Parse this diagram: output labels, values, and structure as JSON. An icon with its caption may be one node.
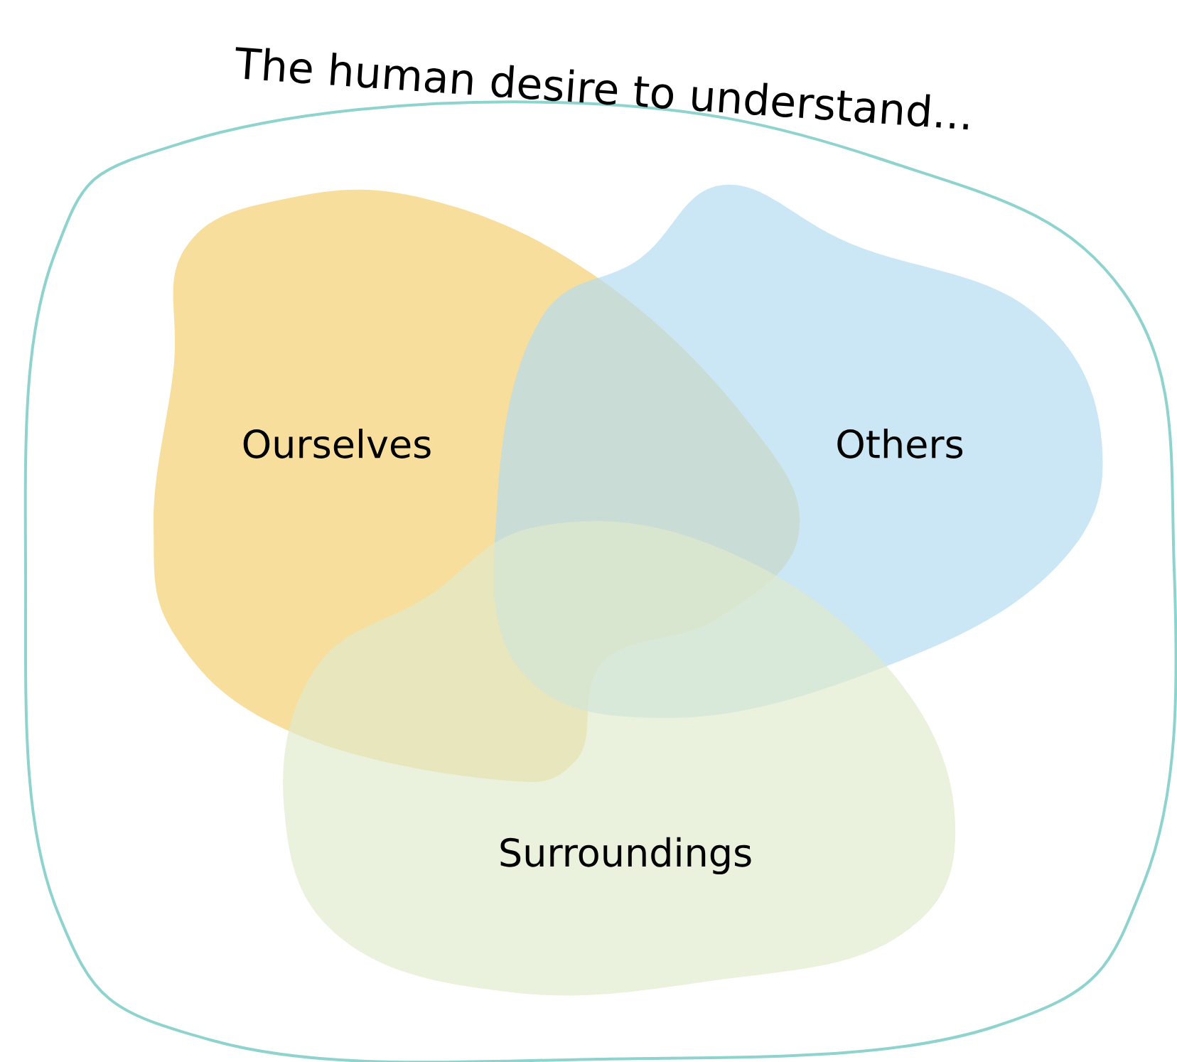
{
  "diagram": {
    "nodes": [
      {
        "text": [
          "The human desire to understand..."
        ]
      },
      {
        "text": [
          "Ourselves"
        ],
        "in": 0
      },
      {
        "text": [
          "Others"
        ],
        "in": 0
      },
      {
        "text": [
          "Surroundings"
        ],
        "in": 0
      }
    ]
  }
}
